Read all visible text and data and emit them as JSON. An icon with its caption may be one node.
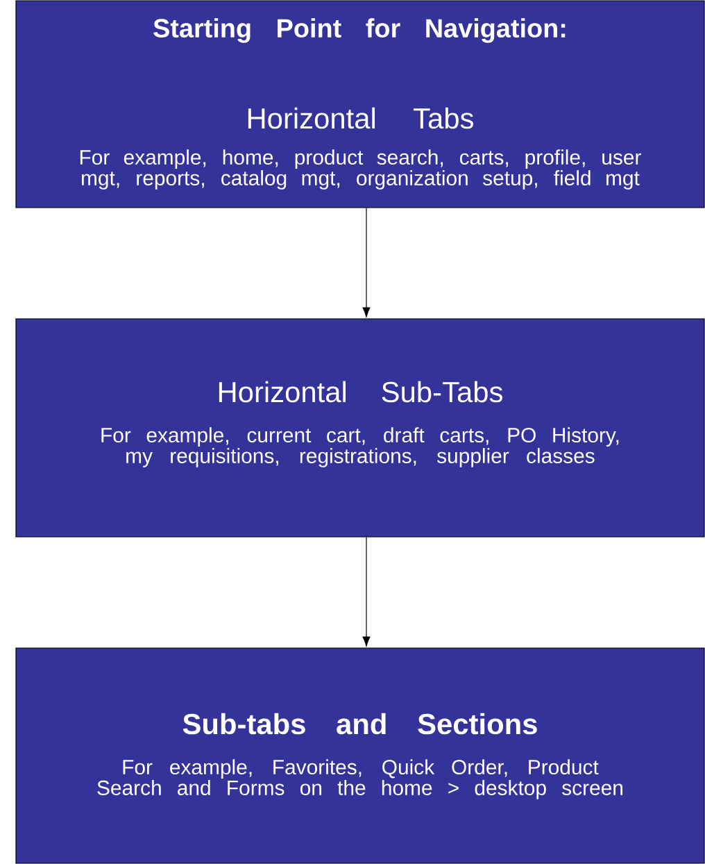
{
  "diagram": {
    "nodes": [
      {
        "text": [
          "Starting Point for Navigation:",
          "Horizontal Tabs",
          "For example, home, product search, carts, profile, user mgt, reports, catalog mgt, organization setup, field mgt"
        ]
      },
      {
        "text": [
          "Horizontal Sub-Tabs",
          "For example, current cart, draft carts, PO History, my requisitions, registrations, supplier classes"
        ]
      },
      {
        "text": [
          "Sub-tabs and Sections",
          "For example, Favorites, Quick Order, Product Search and Forms on the home > desktop screen"
        ]
      }
    ],
    "edges": [
      {
        "from": 0,
        "to": 1,
        "arrow": "to"
      },
      {
        "from": 1,
        "to": 2,
        "arrow": "to"
      }
    ]
  }
}
